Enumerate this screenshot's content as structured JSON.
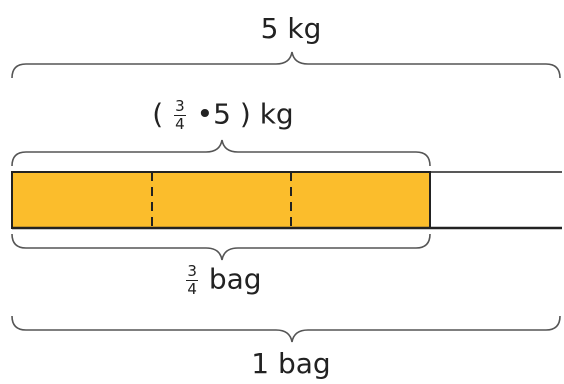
{
  "diagram": {
    "whole_label": {
      "text": "5 kg"
    },
    "part_label": {
      "open_paren": "(",
      "fraction": {
        "numerator": "3",
        "denominator": "4"
      },
      "operator": "•",
      "factor": "5",
      "close_paren": ")",
      "unit": "kg"
    },
    "part_bag_label": {
      "fraction": {
        "numerator": "3",
        "denominator": "4"
      },
      "unit": "bag"
    },
    "whole_bag_label": {
      "text": "1 bag"
    },
    "bar": {
      "total_parts": 4,
      "shaded_parts": 3,
      "shaded_fraction": 0.75
    },
    "colors": {
      "shaded_fill": "#fbbd2c",
      "unshaded_fill": "#ffffff",
      "bar_outline": "#222222",
      "brace": "#555555"
    }
  }
}
